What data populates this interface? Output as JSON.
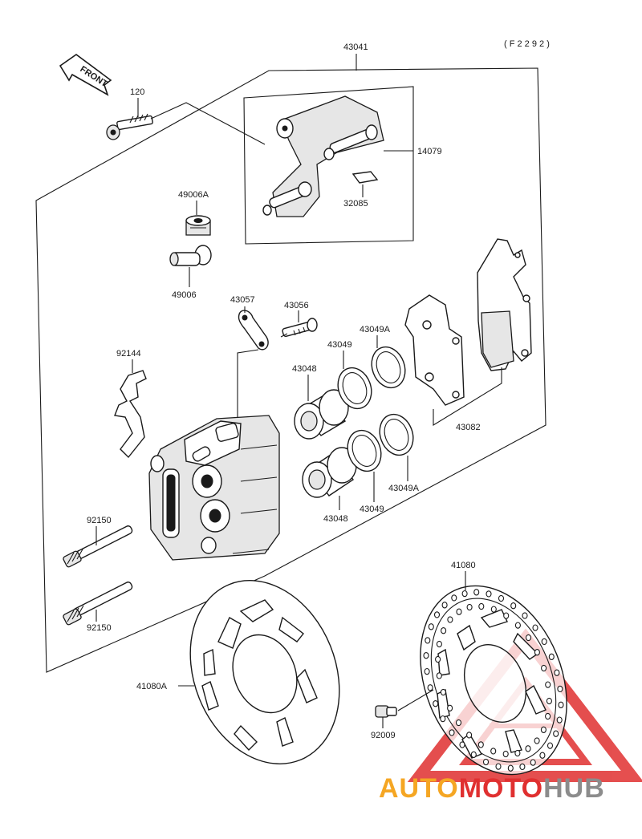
{
  "figure_code": "( F 2 2 9 2 )",
  "front_label": "FRONT",
  "parts": {
    "assembly": "43041",
    "bolt_120": "120",
    "holder": "14079",
    "spring_clip": "32085",
    "bleeder_cap": "49006A",
    "bleeder_valve": "49006",
    "plate": "43057",
    "valve": "43056",
    "seal_upper_a": "43049A",
    "seal_upper": "43049",
    "piston_upper": "43048",
    "spring": "92144",
    "pads": "43082",
    "pin_upper": "92150",
    "pin_lower": "92150",
    "piston_lower": "43048",
    "seal_lower": "43049",
    "seal_lower_a": "43049A",
    "disc_right": "41080",
    "disc_left": "41080A",
    "disc_bolt": "92009"
  },
  "watermark": {
    "part1": "AUTO",
    "part2": "MOTO",
    "part3": "HUB",
    "color_orange": "#f5a623",
    "color_red": "#e03030",
    "color_gray": "#8c8c8c"
  }
}
